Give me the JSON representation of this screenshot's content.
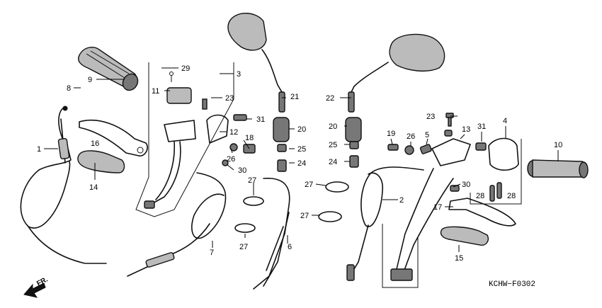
{
  "diagram_code": "KCHW−F0302",
  "direction_label": "FR.",
  "callouts": {
    "c1": "1",
    "c2": "2",
    "c3": "3",
    "c4": "4",
    "c5": "5",
    "c6": "6",
    "c7": "7",
    "c8": "8",
    "c9": "9",
    "c10": "10",
    "c11": "11",
    "c12": "12",
    "c13": "13",
    "c14": "14",
    "c15": "15",
    "c16": "16",
    "c17": "17",
    "c18": "18",
    "c19": "19",
    "c20a": "20",
    "c20b": "20",
    "c21": "21",
    "c22": "22",
    "c23a": "23",
    "c23b": "23",
    "c24a": "24",
    "c24b": "24",
    "c25a": "25",
    "c25b": "25",
    "c26a": "26",
    "c26b": "26",
    "c27a": "27",
    "c27b": "27",
    "c27c": "27",
    "c27d": "27",
    "c28a": "28",
    "c28b": "28",
    "c29": "29",
    "c30a": "30",
    "c30b": "30",
    "c31a": "31",
    "c31b": "31"
  }
}
